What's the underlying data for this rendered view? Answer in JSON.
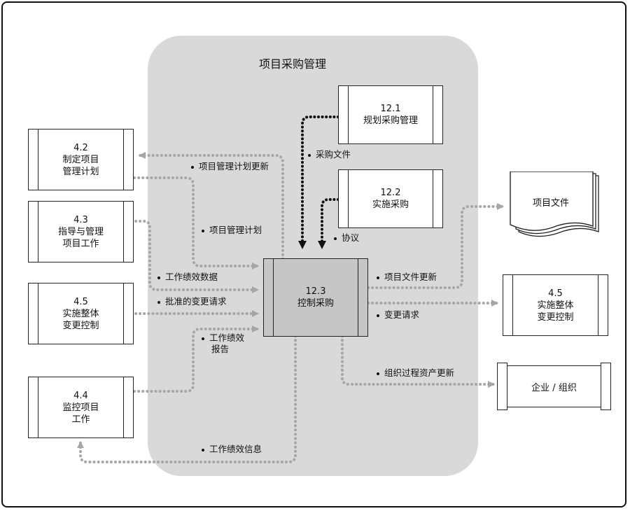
{
  "title": "项目采购管理",
  "processes": {
    "p12_1": {
      "num": "12.1",
      "name": "规划采购管理"
    },
    "p12_2": {
      "num": "12.2",
      "name": "实施采购"
    },
    "p12_3": {
      "num": "12.3",
      "name": "控制采购"
    },
    "p4_2": {
      "num": "4.2",
      "name_line1": "制定项目",
      "name_line2": "管理计划"
    },
    "p4_3": {
      "num": "4.3",
      "name_line1": "指导与管理",
      "name_line2": "项目工作"
    },
    "p4_5_left": {
      "num": "4.5",
      "name_line1": "实施整体",
      "name_line2": "变更控制"
    },
    "p4_4": {
      "num": "4.4",
      "name_line1": "监控项目",
      "name_line2": "工作"
    },
    "p4_5_right": {
      "num": "4.5",
      "name_line1": "实施整体",
      "name_line2": "变更控制"
    }
  },
  "external": {
    "project_documents": "项目文件",
    "enterprise": "企业 / 组织"
  },
  "flows": {
    "procurement_documents": "采购文件",
    "agreements": "协议",
    "pm_plan_updates": "项目管理计划更新",
    "pm_plan": "项目管理计划",
    "work_performance_data": "工作绩效数据",
    "approved_change_requests": "批准的变更请求",
    "work_performance_reports_line1": "工作绩效",
    "work_performance_reports_line2": "报告",
    "work_performance_info": "工作绩效信息",
    "project_documents_updates": "项目文件更新",
    "change_requests": "变更请求",
    "opa_updates": "组织过程资产更新"
  },
  "colors": {
    "group_background": "#d9d9d9",
    "central_process_fill": "#c6c6c6",
    "grey_flow": "#a6a6a6",
    "black_flow": "#111111"
  }
}
